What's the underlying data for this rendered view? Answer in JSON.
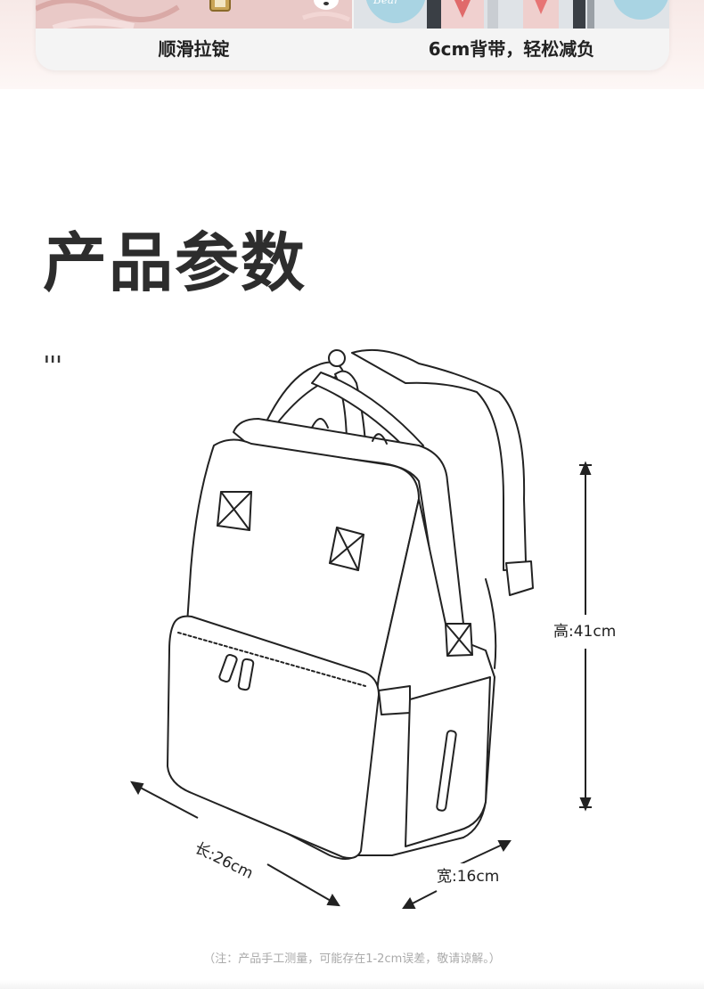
{
  "features": {
    "left_caption": "顺滑拉锭",
    "right_caption": "6cm背带，轻松减负",
    "right_logo_text": "Polar Bear"
  },
  "section": {
    "title": "产品参数",
    "mark": "ııı"
  },
  "dimensions": {
    "height": "高:41cm",
    "length": "长:26cm",
    "depth": "宽:16cm"
  },
  "footnote": "（注：产品手工测量，可能存在1-2cm误差，敬请谅解。）",
  "colors": {
    "band": "#f7e9e7",
    "card": "#f4f4f4",
    "title": "#2d2d2d",
    "footnote": "#aaaaaa"
  }
}
